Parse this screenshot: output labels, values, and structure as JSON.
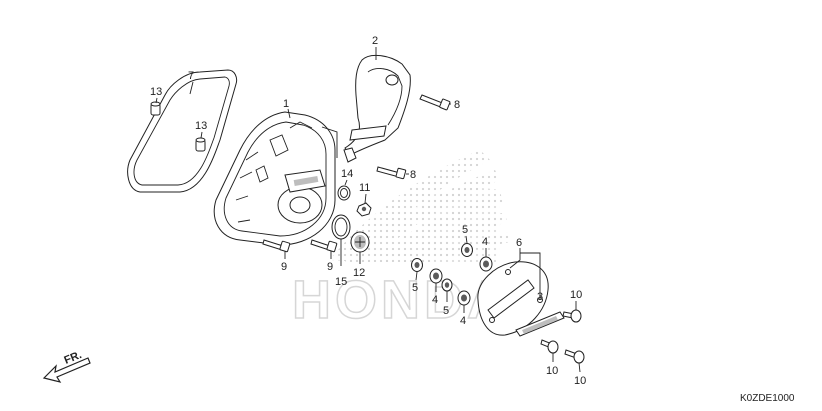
{
  "diagram": {
    "code": "K0ZDE1000",
    "direction_label": "FR.",
    "watermark_text": "HONDA",
    "callouts": [
      {
        "id": "c2",
        "text": "2"
      },
      {
        "id": "c7",
        "text": "7"
      },
      {
        "id": "c13a",
        "text": "13"
      },
      {
        "id": "c1",
        "text": "1"
      },
      {
        "id": "c8a",
        "text": "8"
      },
      {
        "id": "c13b",
        "text": "13"
      },
      {
        "id": "c8b",
        "text": "8"
      },
      {
        "id": "c14",
        "text": "14"
      },
      {
        "id": "c11",
        "text": "11"
      },
      {
        "id": "c5a",
        "text": "5"
      },
      {
        "id": "c4a",
        "text": "4"
      },
      {
        "id": "c6",
        "text": "6"
      },
      {
        "id": "c9a",
        "text": "9"
      },
      {
        "id": "c9b",
        "text": "9"
      },
      {
        "id": "c15",
        "text": "15"
      },
      {
        "id": "c12",
        "text": "12"
      },
      {
        "id": "c5b",
        "text": "5"
      },
      {
        "id": "c4b",
        "text": "4"
      },
      {
        "id": "c5c",
        "text": "5"
      },
      {
        "id": "c4c",
        "text": "4"
      },
      {
        "id": "c3",
        "text": "3"
      },
      {
        "id": "c10a",
        "text": "10"
      },
      {
        "id": "c10b",
        "text": "10"
      },
      {
        "id": "c10c",
        "text": "10"
      }
    ]
  }
}
